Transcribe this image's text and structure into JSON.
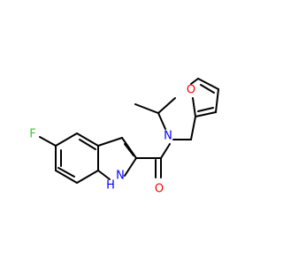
{
  "atoms": {
    "fluorine": {
      "symbol": "F",
      "color": "#33cc33"
    },
    "indole_nh": {
      "symbol": "NH",
      "h": "H",
      "n": "N",
      "color": "#0000ff"
    },
    "amide_n": {
      "symbol": "N",
      "color": "#0000ff"
    },
    "carbonyl_o": {
      "symbol": "O",
      "color": "#ff0000"
    },
    "furan_o": {
      "symbol": "O",
      "color": "#ff0000"
    }
  },
  "colors": {
    "bond": "#000000",
    "background": "#ffffff"
  }
}
